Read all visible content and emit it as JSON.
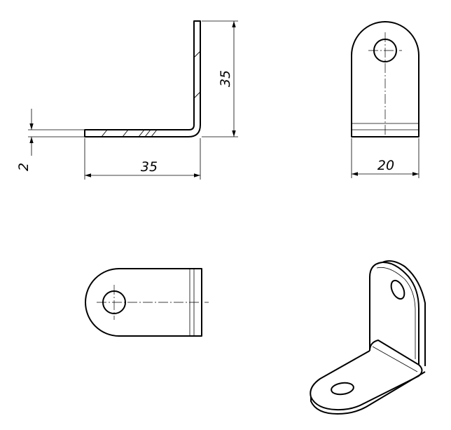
{
  "dimensions": {
    "front_height": "35",
    "front_width": "35",
    "thickness": "2",
    "side_width": "20"
  }
}
